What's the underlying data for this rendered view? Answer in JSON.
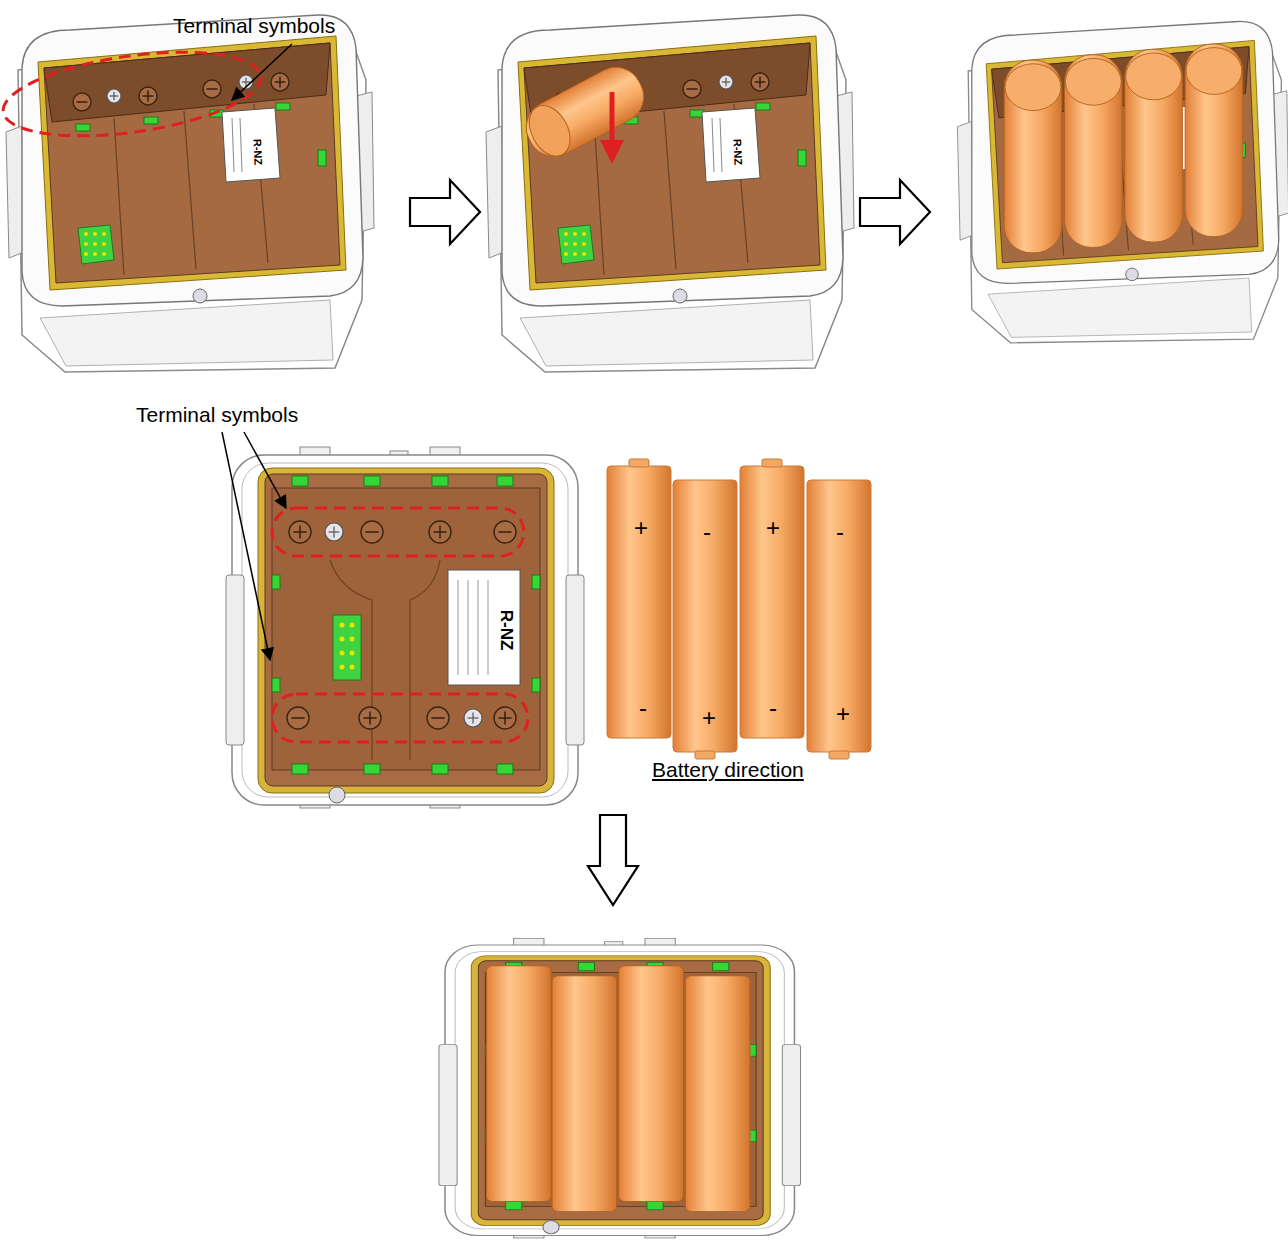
{
  "diagram": {
    "labels": [
      "Terminal symbols",
      "Terminal symbols",
      "Battery direction",
      "+",
      "-",
      "+",
      "-",
      "-",
      "+",
      "-",
      "+",
      "R-NZ",
      "R-NZ",
      "R-NZ"
    ]
  }
}
